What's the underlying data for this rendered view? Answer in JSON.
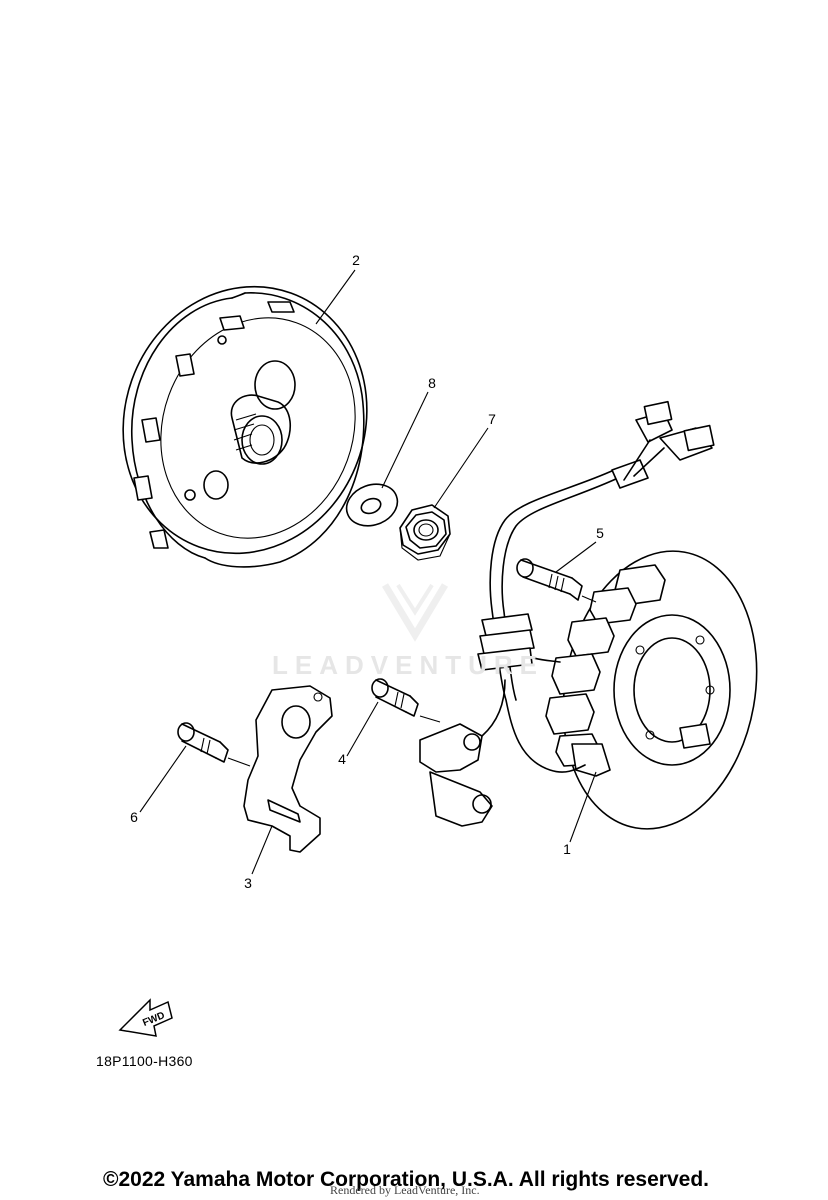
{
  "diagram": {
    "callouts": [
      {
        "id": "2",
        "label": "2"
      },
      {
        "id": "8",
        "label": "8"
      },
      {
        "id": "7",
        "label": "7"
      },
      {
        "id": "5",
        "label": "5"
      },
      {
        "id": "4",
        "label": "4"
      },
      {
        "id": "6",
        "label": "6"
      },
      {
        "id": "3",
        "label": "3"
      },
      {
        "id": "1",
        "label": "1"
      }
    ],
    "direction_badge": "FWD",
    "diagram_code": "18P1100-H360"
  },
  "watermark": {
    "brand": "LEADVENTURE"
  },
  "footer": {
    "copyright": "©2022 Yamaha Motor Corporation, U.S.A. All rights reserved.",
    "rendered_by": "Rendered by LeadVenture, Inc."
  }
}
